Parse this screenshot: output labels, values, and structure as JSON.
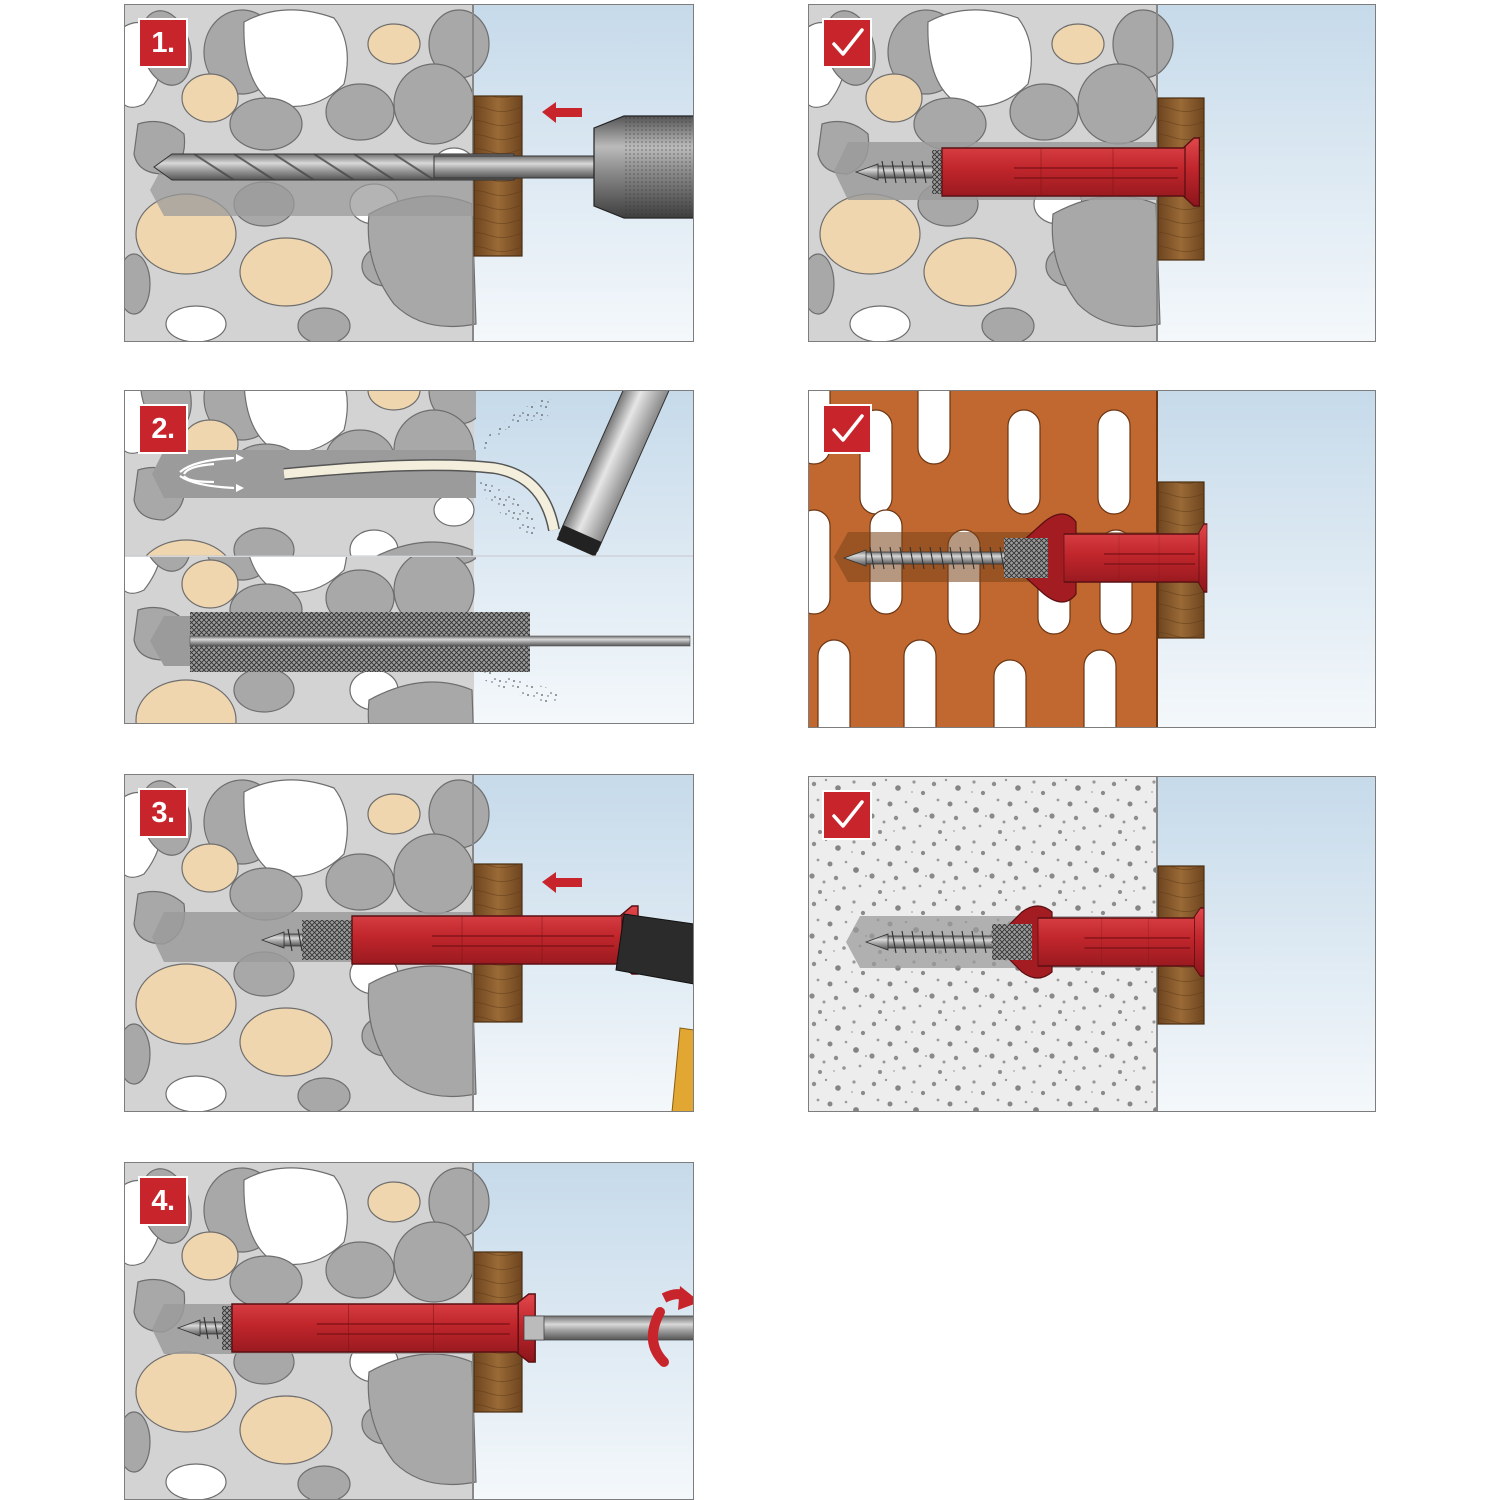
{
  "steps": [
    {
      "label": "1."
    },
    {
      "label": "2."
    },
    {
      "label": "3."
    },
    {
      "label": "4."
    }
  ],
  "results": [
    {
      "icon": "checkmark-icon"
    },
    {
      "icon": "checkmark-icon"
    },
    {
      "icon": "checkmark-icon"
    }
  ],
  "colors": {
    "accent_red": "#c8242b",
    "wall_gray": "#d3d3d3",
    "stone_gray": "#a9a9a9",
    "stone_tan": "#f0d6ae",
    "air_blue": "#dde8f1",
    "wood_brown": "#8a5c2e",
    "brick_orange": "#c0682f",
    "plug_red": "#c0262c"
  }
}
